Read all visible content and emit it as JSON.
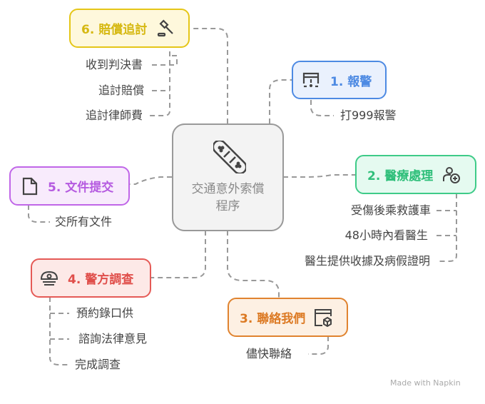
{
  "center": {
    "title": "交通意外索償程序",
    "icon": "bandage-icon"
  },
  "steps": [
    {
      "label": "1. 報警",
      "icon": "alert-window-icon",
      "color": "#4d8ae3",
      "items": [
        "打999報警"
      ]
    },
    {
      "label": "2. 醫療處理",
      "icon": "doctor-medical-icon",
      "color": "#3ecb88",
      "items": [
        "受傷後乘救護車",
        "48小時內看醫生",
        "醫生提供收據及病假證明"
      ]
    },
    {
      "label": "3. 聯絡我們",
      "icon": "browser-box-icon",
      "color": "#e0832f",
      "items": [
        "儘快聯絡"
      ]
    },
    {
      "label": "4. 警方調查",
      "icon": "police-hat-icon",
      "color": "#e55a56",
      "items": [
        "預約錄口供",
        "諮詢法律意見",
        "完成調查"
      ]
    },
    {
      "label": "5. 文件提交",
      "icon": "document-icon",
      "color": "#c066e8",
      "items": [
        "交所有文件"
      ]
    },
    {
      "label": "6. 賠償追討",
      "icon": "gavel-icon",
      "color": "#e5c617",
      "items": [
        "收到判決書",
        "追討賠償",
        "追討律師費"
      ]
    }
  ],
  "watermark": "Made with Napkin"
}
